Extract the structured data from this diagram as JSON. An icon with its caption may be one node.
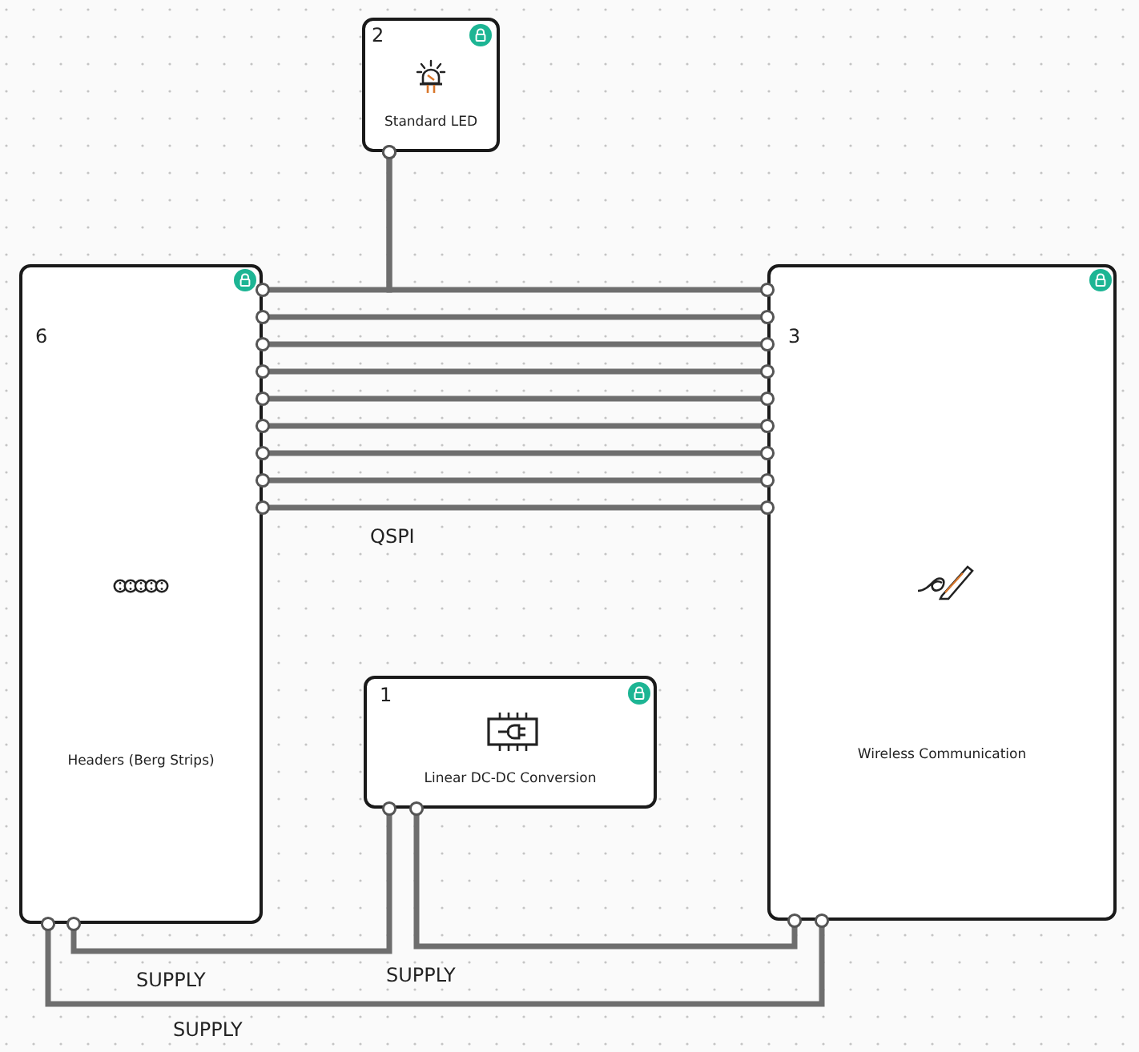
{
  "diagram": {
    "nodes": [
      {
        "text": [
          "2",
          "Standard LED"
        ]
      },
      {
        "text": [
          "6",
          "Headers (Berg Strips)"
        ]
      },
      {
        "text": [
          "3",
          "Wireless Communication"
        ]
      },
      {
        "text": [
          "1",
          "Linear DC-DC Conversion"
        ]
      }
    ],
    "edges": [
      {
        "from": 0,
        "to": 1,
        "arrow": "other"
      },
      {
        "from": 0,
        "to": 2,
        "arrow": "other"
      },
      {
        "from": 1,
        "to": 2,
        "arrow": "other"
      },
      {
        "from": 1,
        "to": 2,
        "arrow": "other"
      },
      {
        "from": 1,
        "to": 2,
        "arrow": "other"
      },
      {
        "from": 1,
        "to": 2,
        "arrow": "other"
      },
      {
        "from": 1,
        "to": 2,
        "arrow": "other"
      },
      {
        "from": 1,
        "to": 2,
        "arrow": "other"
      },
      {
        "from": 1,
        "to": 2,
        "arrow": "other"
      },
      {
        "from": 1,
        "to": 2,
        "arrow": "other",
        "label": "QSPI"
      },
      {
        "from": 1,
        "to": 3,
        "arrow": "other",
        "label": "SUPPLY"
      },
      {
        "from": 3,
        "to": 2,
        "arrow": "other",
        "label": "SUPPLY"
      },
      {
        "from": 1,
        "to": 2,
        "arrow": "other",
        "label": "SUPPLY"
      }
    ]
  }
}
